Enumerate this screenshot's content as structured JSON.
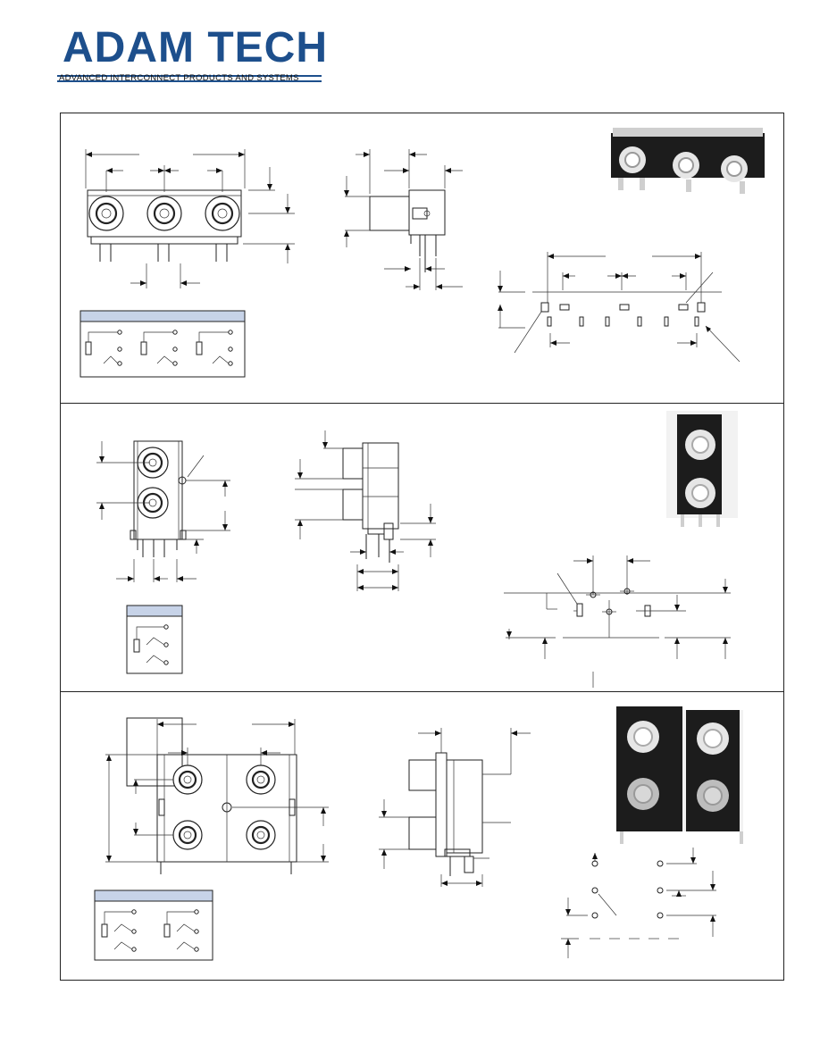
{
  "header": {
    "brand": "ADAM TECH",
    "tagline": "ADVANCED INTERCONNECT PRODUCTS AND SYSTEMS",
    "brand_color": "#1d4f8c"
  },
  "panels": [
    {
      "id": "triple-horizontal",
      "views": [
        "front-view",
        "side-view",
        "product-photo",
        "pcb-layout",
        "schematic"
      ]
    },
    {
      "id": "dual-vertical",
      "views": [
        "front-view",
        "side-view",
        "product-photo",
        "pcb-layout",
        "schematic"
      ]
    },
    {
      "id": "quad-2x2",
      "views": [
        "front-view",
        "side-view",
        "product-photo",
        "pcb-layout",
        "schematic"
      ]
    }
  ],
  "colors": {
    "frame": "#222222",
    "legend_header": "#c7d3e8"
  }
}
